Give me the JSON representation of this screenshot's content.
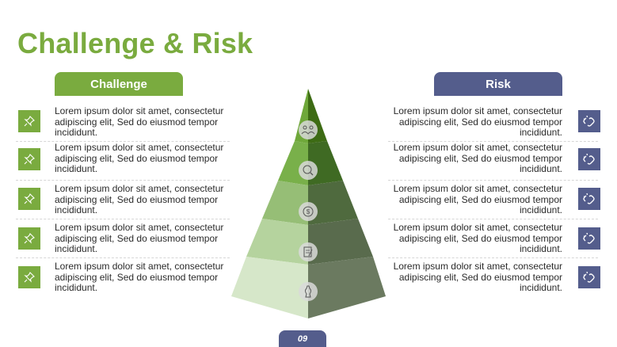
{
  "title": "Challenge & Risk",
  "challenge_header": "Challenge",
  "risk_header": "Risk",
  "challenge_items": [
    {
      "text": "Lorem ipsum dolor sit amet, consectetur adipiscing elit, Sed do eiusmod tempor incididunt.",
      "icon": "pin-icon"
    },
    {
      "text": "Lorem ipsum dolor sit amet, consectetur adipiscing elit, Sed do eiusmod tempor incididunt.",
      "icon": "pin-icon"
    },
    {
      "text": "Lorem ipsum dolor sit amet, consectetur adipiscing elit, Sed do eiusmod tempor incididunt.",
      "icon": "pin-icon"
    },
    {
      "text": "Lorem ipsum dolor sit amet, consectetur adipiscing elit, Sed do eiusmod tempor incididunt.",
      "icon": "pin-icon"
    },
    {
      "text": "Lorem ipsum dolor sit amet, consectetur adipiscing elit, Sed do eiusmod tempor incididunt.",
      "icon": "pin-icon"
    }
  ],
  "risk_items": [
    {
      "text": "Lorem ipsum dolor sit amet, consectetur adipiscing elit, Sed do eiusmod tempor incididunt.",
      "icon": "broken-link-icon"
    },
    {
      "text": "Lorem ipsum dolor sit amet, consectetur adipiscing elit, Sed do eiusmod tempor incididunt.",
      "icon": "broken-link-icon"
    },
    {
      "text": "Lorem ipsum dolor sit amet, consectetur adipiscing elit, Sed do eiusmod tempor incididunt.",
      "icon": "broken-link-icon"
    },
    {
      "text": "Lorem ipsum dolor sit amet, consectetur adipiscing elit, Sed do eiusmod tempor incididunt.",
      "icon": "broken-link-icon"
    },
    {
      "text": "Lorem ipsum dolor sit amet, consectetur adipiscing elit, Sed do eiusmod tempor incididunt.",
      "icon": "broken-link-icon"
    }
  ],
  "pyramid_icons": [
    "team-icon",
    "search-person-icon",
    "coin-icon",
    "clipboard-icon",
    "chess-icon"
  ],
  "colors": {
    "green": "#7aab3f",
    "blue": "#545d8c",
    "pyramid_left": [
      "#5f9a1f",
      "#6fa83a",
      "#96be76",
      "#b5d39e",
      "#d6e7c9"
    ],
    "pyramid_right": [
      "#3d6b14",
      "#3f6a23",
      "#4f6a3e",
      "#596b4d",
      "#6b7a60"
    ]
  },
  "page_number": "09"
}
